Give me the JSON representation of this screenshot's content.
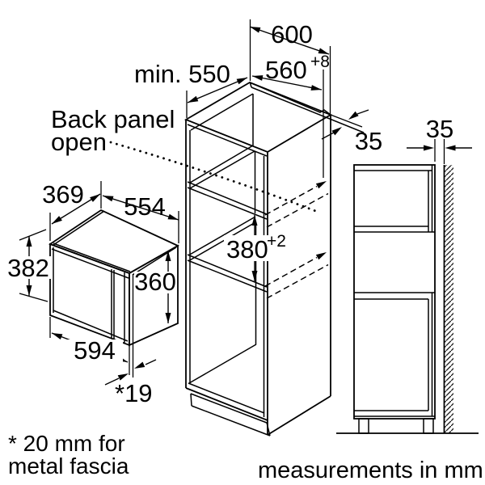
{
  "drawing": {
    "kind": "built-in appliance installation diagram",
    "background_color": "#ffffff",
    "line_color": "#000000"
  },
  "labels": {
    "back_panel_1": "Back panel",
    "back_panel_2": "open",
    "footnote_1": "* 20 mm for",
    "footnote_2": "metal fascia",
    "units": "measurements in mm"
  },
  "dimensions": {
    "cabinet_width": "600",
    "niche_depth_min": "min. 550",
    "niche_width": "560",
    "niche_width_tolerance": "+8",
    "top_panel_edge": "35",
    "wall_clearance": "35",
    "appliance_depth": "369",
    "appliance_body_width": "554",
    "appliance_front_height": "382",
    "appliance_body_height": "360",
    "niche_height": "380",
    "niche_height_tolerance": "+2",
    "appliance_front_width": "594",
    "fascia_depth": "*19"
  }
}
